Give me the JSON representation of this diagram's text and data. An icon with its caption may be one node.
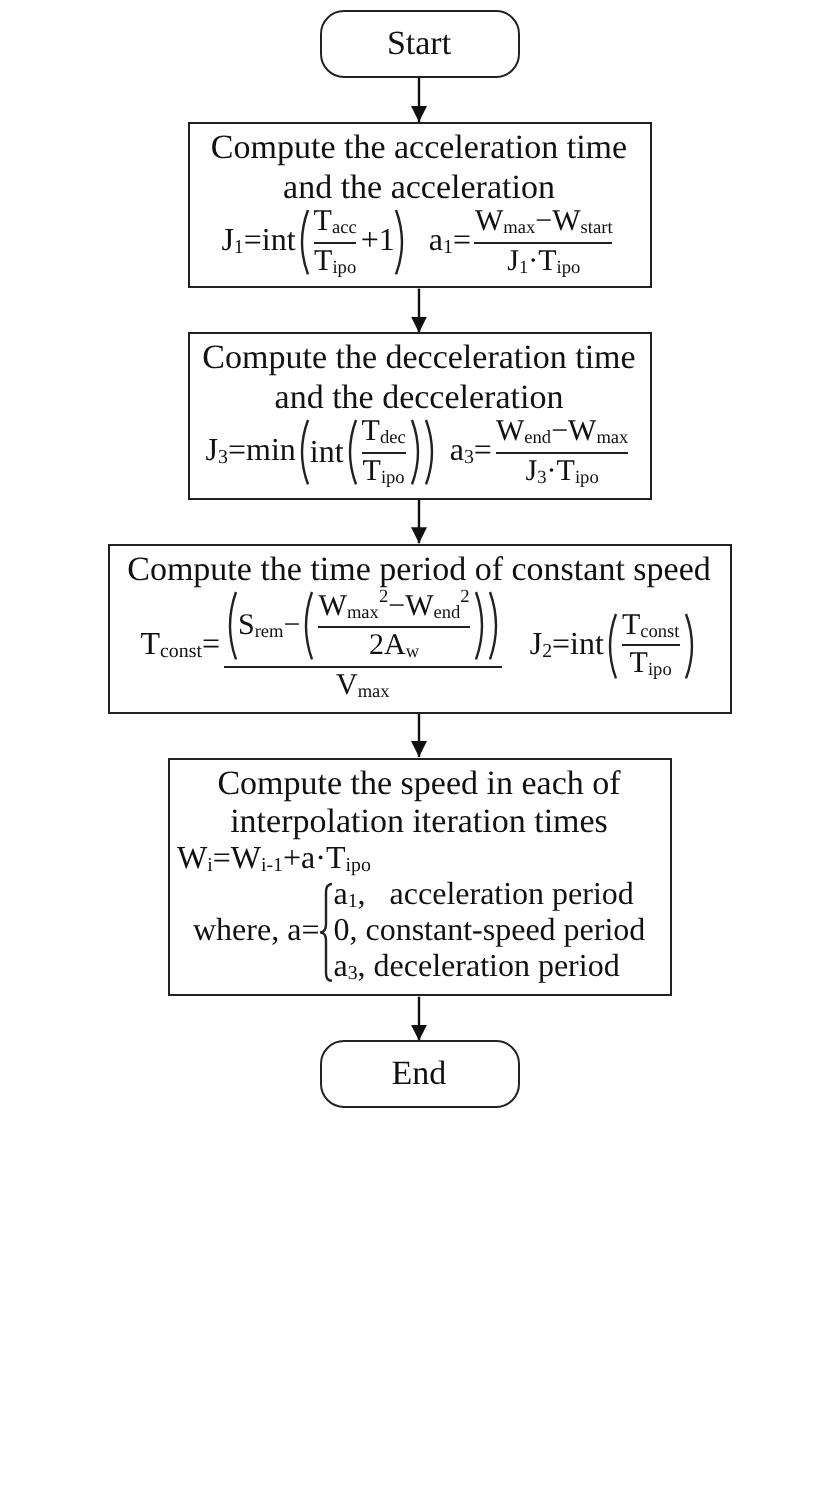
{
  "diagram": {
    "nodes": [
      {
        "text": [
          "Start"
        ]
      },
      {
        "text": [
          "Compute the acceleration time and the acceleration",
          "J$_{1}$=int",
          "T$_{acc}$",
          "T$_{ipo}$",
          "+1",
          "a$_{1}$=",
          "W$_{max}$−W$_{start}$",
          "J$_{1}$·T$_{ipo}$"
        ]
      },
      {
        "text": [
          "Compute the decceleration time and the decceleration",
          "J$_{3}$=min",
          "int",
          "T$_{dec}$",
          "T$_{ipo}$",
          "a$_{3}$=",
          "W$_{end}$−W$_{max}$",
          "J$_{3}$·T$_{ipo}$"
        ]
      },
      {
        "text": [
          "Compute the time period of constant speed",
          "T$_{const}$=",
          "S$_{rem}$−",
          "W$_{max}$$^{2}$−W$_{end}$$^{2}$",
          "2A$_{w}$",
          "V$_{max}$",
          "J$_{2}$=int",
          "T$_{const}$",
          "T$_{ipo}$"
        ]
      },
      {
        "text": [
          "Compute the speed in each of interpolation iteration times",
          "W$_{i}$=W$_{i-1}$+a·T$_{ipo}$",
          "where, a=",
          "a$_{1}$,",
          "acceleration period",
          "0, constant-speed period",
          "a$_{3}$,",
          "deceleration period"
        ]
      },
      {
        "text": [
          "End"
        ]
      }
    ],
    "edges": [
      {
        "from": 0,
        "to": 1,
        "arrow": "to"
      },
      {
        "from": 1,
        "to": 2,
        "arrow": "to"
      },
      {
        "from": 2,
        "to": 3,
        "arrow": "to"
      },
      {
        "from": 3,
        "to": 4,
        "arrow": "to"
      },
      {
        "from": 4,
        "to": 5,
        "arrow": "to"
      }
    ]
  }
}
